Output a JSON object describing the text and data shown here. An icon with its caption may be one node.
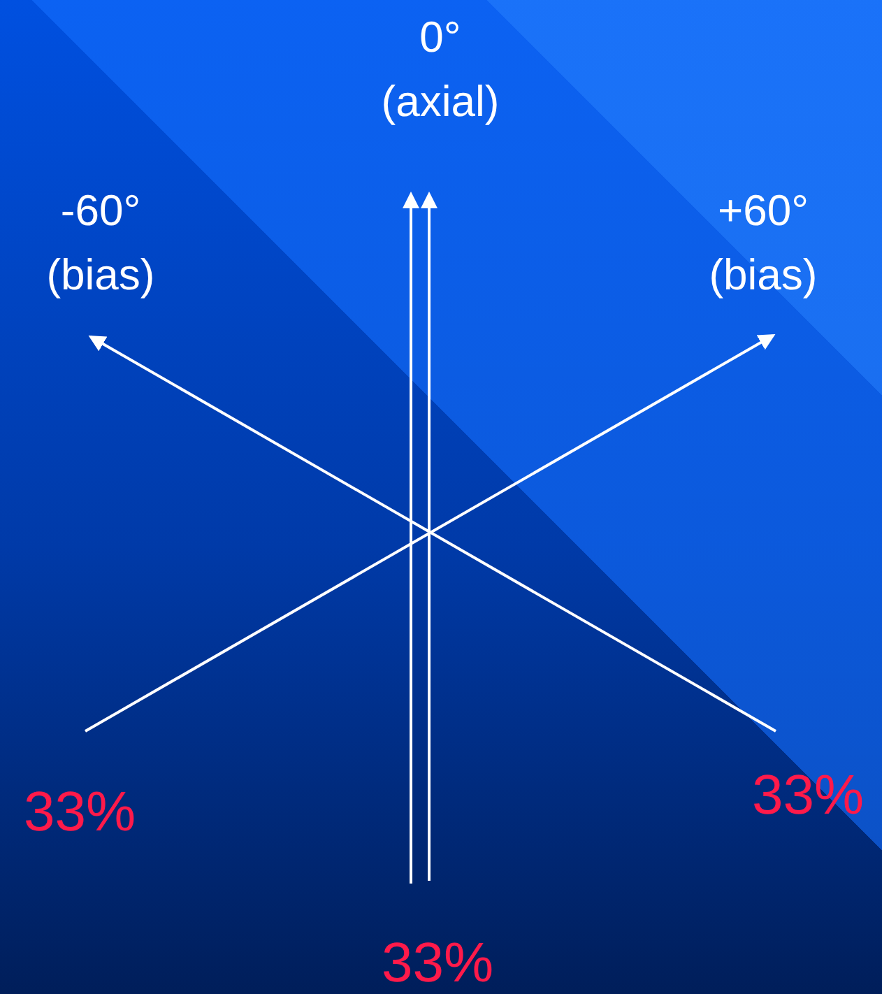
{
  "diagram": {
    "labels": [
      "0° (axial)",
      "-60° (bias)",
      "+60° (bias)",
      "33%",
      "33%",
      "33%"
    ]
  }
}
